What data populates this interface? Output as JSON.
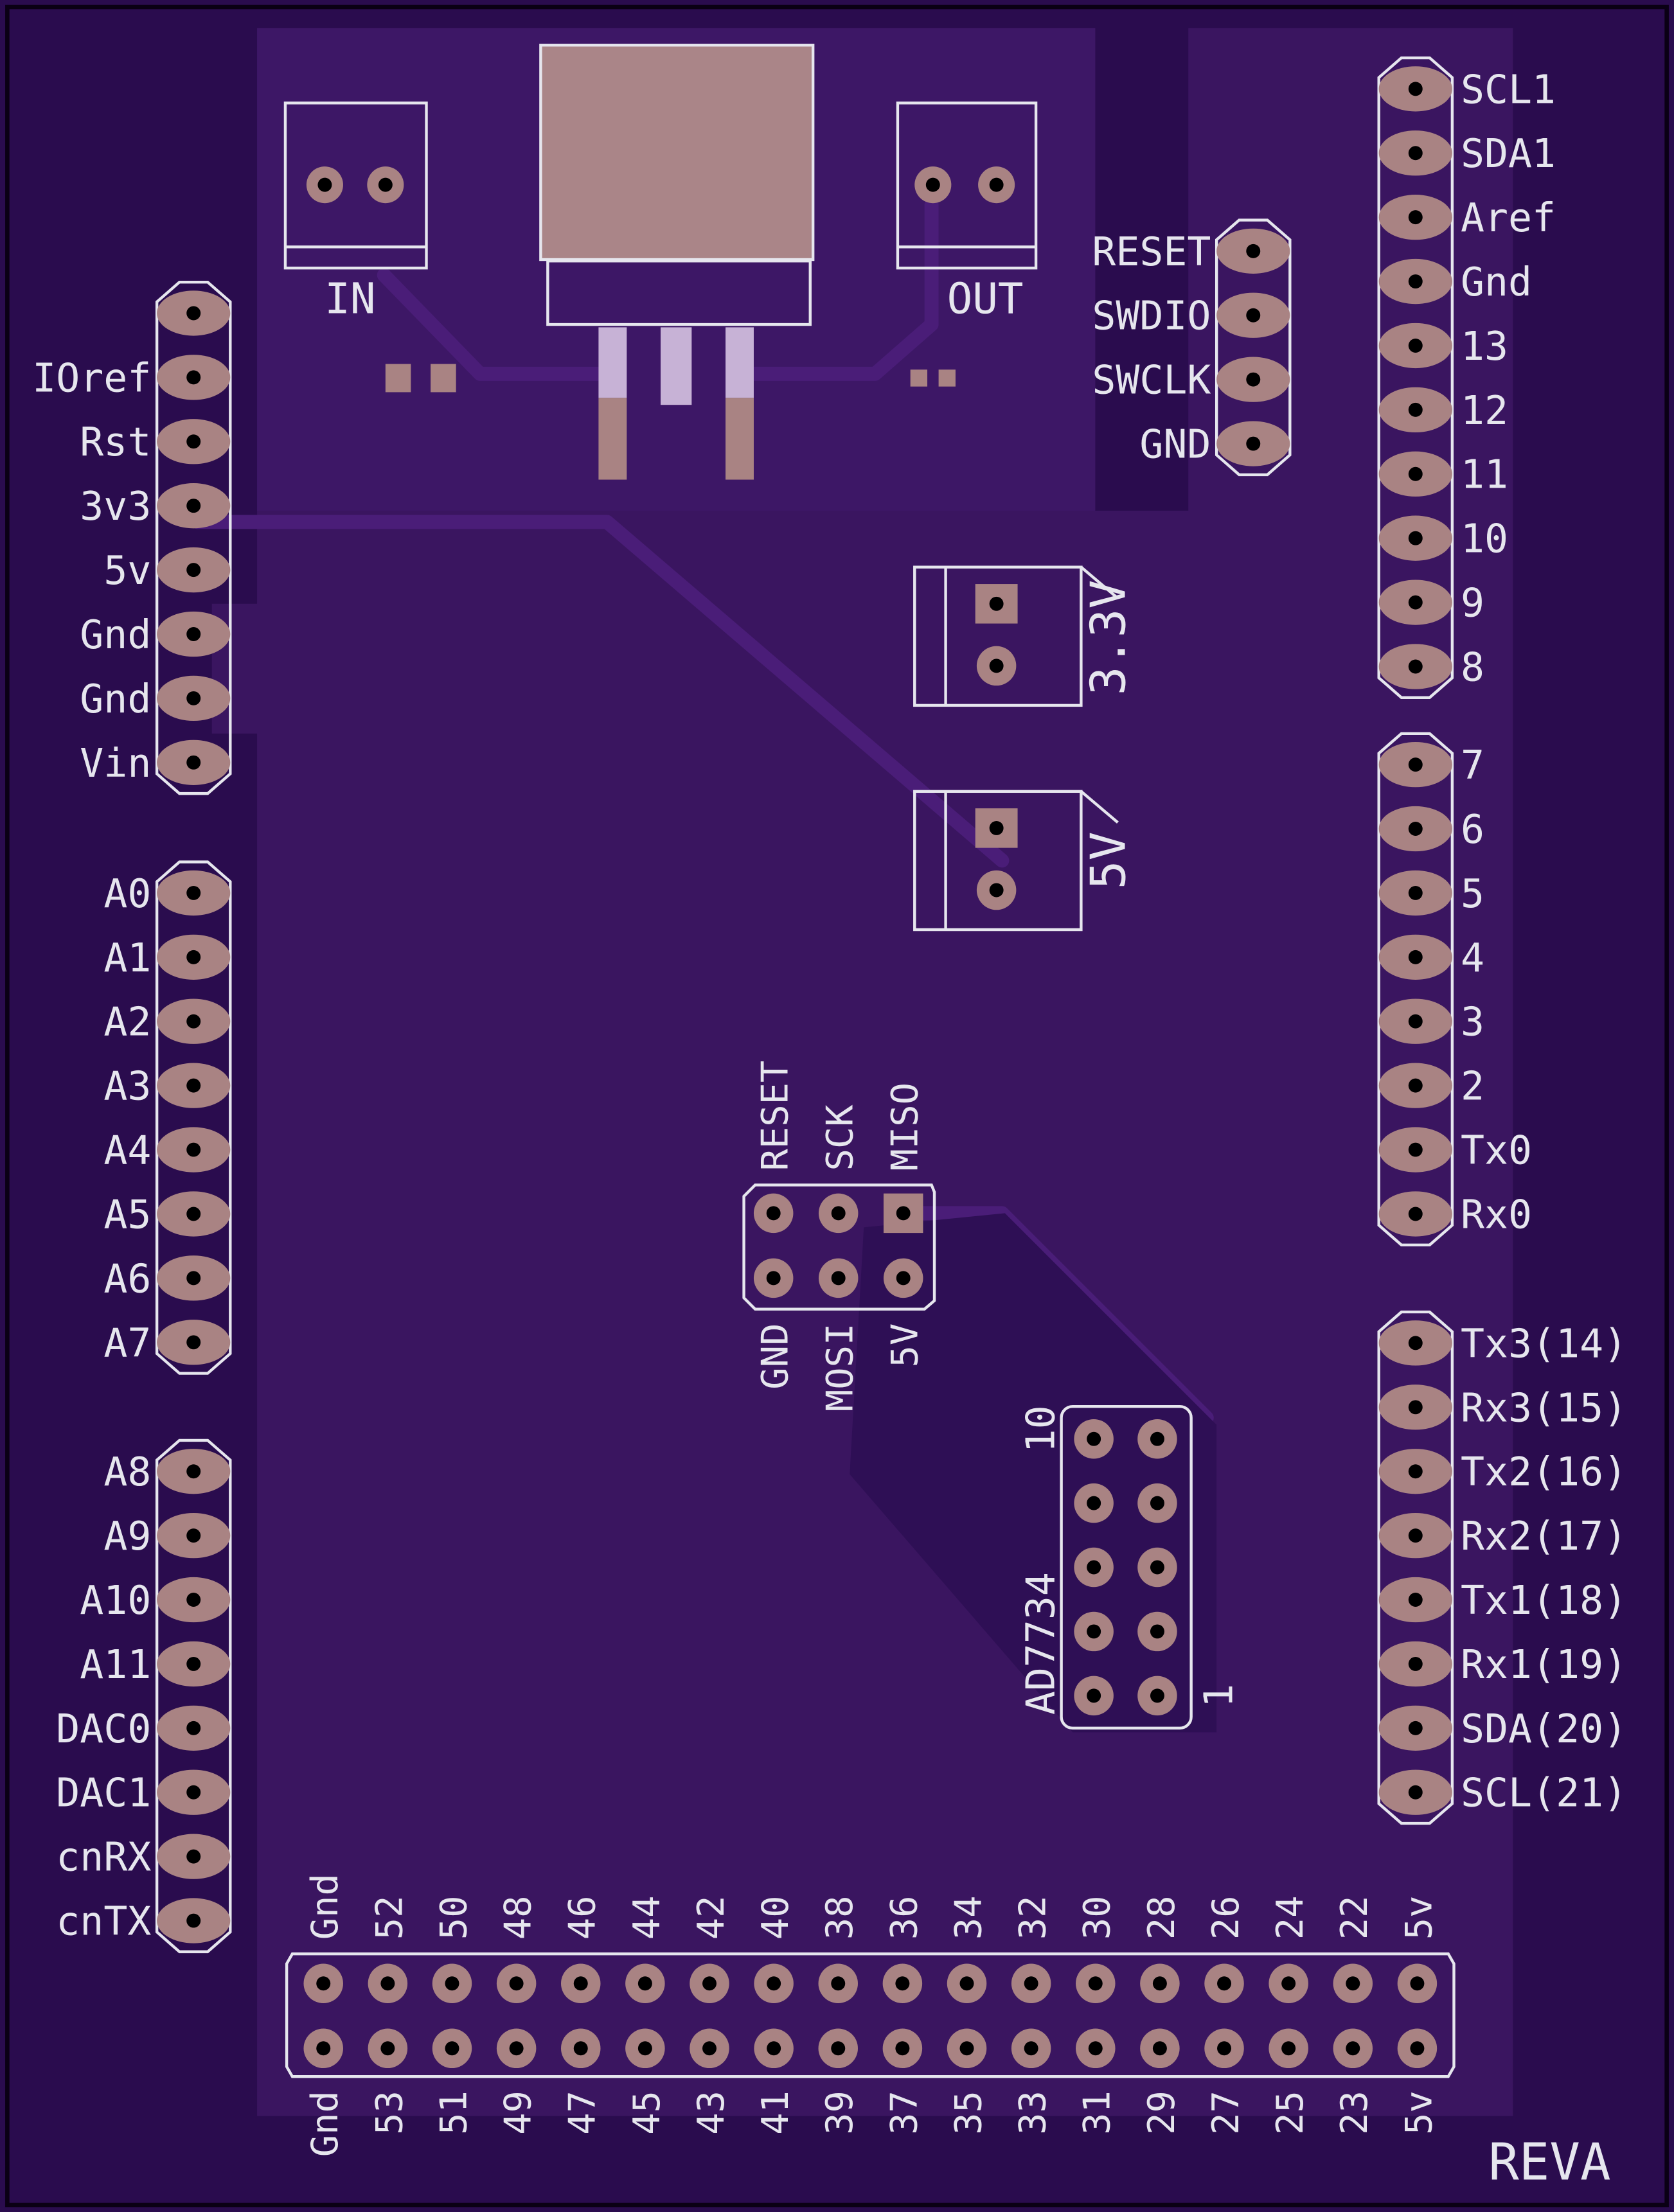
{
  "board": {
    "revision": "REVA",
    "colors": {
      "substrate": "#2a0c4e",
      "copper_pour": "#3a1560",
      "trace": "#3c1568",
      "pad": "#a98383",
      "silkscreen": "#e6e6ee",
      "regulator_tab": "#aa8588",
      "regulator_legs": "#c7b2d6"
    }
  },
  "terminal_blocks": {
    "in_label": "IN",
    "out_label": "OUT",
    "v33_label": "3.3V",
    "v5_label": "5V"
  },
  "swd_header": {
    "labels": [
      "RESET",
      "SWDIO",
      "SWCLK",
      "GND"
    ]
  },
  "left_power_header": {
    "labels": [
      "",
      "IOref",
      "Rst",
      "3v3",
      "5v",
      "Gnd",
      "Gnd",
      "Vin"
    ]
  },
  "left_analog_header_1": {
    "labels": [
      "A0",
      "A1",
      "A2",
      "A3",
      "A4",
      "A5",
      "A6",
      "A7"
    ]
  },
  "left_analog_header_2": {
    "labels": [
      "A8",
      "A9",
      "A10",
      "A11",
      "DAC0",
      "DAC1",
      "cnRX",
      "cnTX"
    ]
  },
  "right_header_1": {
    "labels": [
      "SCL1",
      "SDA1",
      "Aref",
      "Gnd",
      "13",
      "12",
      "11",
      "10",
      "9",
      "8"
    ]
  },
  "right_header_2": {
    "labels": [
      "7",
      "6",
      "5",
      "4",
      "3",
      "2",
      "Tx0",
      "Rx0"
    ]
  },
  "right_header_3": {
    "labels": [
      "Tx3(14)",
      "Rx3(15)",
      "Tx2(16)",
      "Rx2(17)",
      "Tx1(18)",
      "Rx1(19)",
      "SDA(20)",
      "SCL(21)"
    ]
  },
  "icsp_header": {
    "top_labels": [
      "RESET",
      "SCK",
      "MISO"
    ],
    "bottom_labels": [
      "GND",
      "MOSI",
      "5V"
    ]
  },
  "ad7734_header": {
    "name": "AD7734",
    "pin_high": "10",
    "pin_low": "1"
  },
  "bottom_header": {
    "top_labels": [
      "Gnd",
      "52",
      "50",
      "48",
      "46",
      "44",
      "42",
      "40",
      "38",
      "36",
      "34",
      "32",
      "30",
      "28",
      "26",
      "24",
      "22",
      "5v"
    ],
    "bottom_labels": [
      "Gnd",
      "53",
      "51",
      "49",
      "47",
      "45",
      "43",
      "41",
      "39",
      "37",
      "35",
      "33",
      "31",
      "29",
      "27",
      "25",
      "23",
      "5v"
    ]
  }
}
